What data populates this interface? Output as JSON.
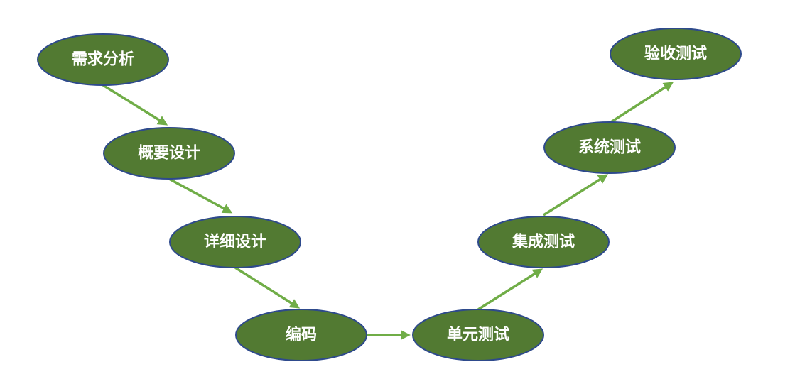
{
  "diagram": {
    "nodes": [
      {
        "id": "n1",
        "label": "需求分析"
      },
      {
        "id": "n2",
        "label": "概要设计"
      },
      {
        "id": "n3",
        "label": "详细设计"
      },
      {
        "id": "n4",
        "label": "编码"
      },
      {
        "id": "n5",
        "label": "单元测试"
      },
      {
        "id": "n6",
        "label": "集成测试"
      },
      {
        "id": "n7",
        "label": "系统测试"
      },
      {
        "id": "n8",
        "label": "验收测试"
      }
    ],
    "edges": [
      {
        "from": "n1",
        "to": "n2"
      },
      {
        "from": "n2",
        "to": "n3"
      },
      {
        "from": "n3",
        "to": "n4"
      },
      {
        "from": "n4",
        "to": "n5"
      },
      {
        "from": "n5",
        "to": "n6"
      },
      {
        "from": "n6",
        "to": "n7"
      },
      {
        "from": "n7",
        "to": "n8"
      }
    ],
    "colors": {
      "node_fill": "#527a32",
      "node_stroke": "#2e4a8c",
      "edge": "#70ad47",
      "label": "#ffffff"
    }
  }
}
